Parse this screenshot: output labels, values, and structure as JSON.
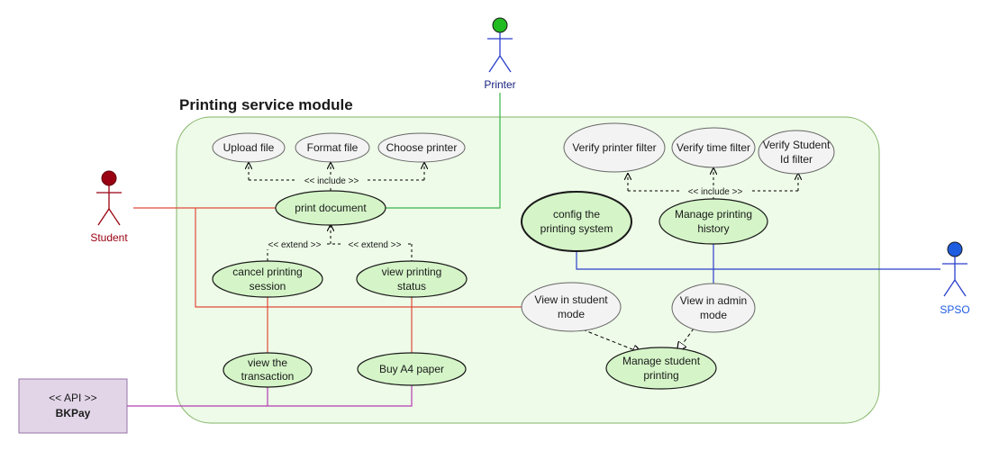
{
  "module_title": "Printing service module",
  "colors": {
    "boundary_fill": "#eefbe8",
    "boundary_stroke": "#82b366",
    "usecase_green": "#d5f5c8",
    "usecase_grey": "#f3f3f3",
    "student": "#990011",
    "printer": "#22bb22",
    "spso": "#1f5de0",
    "red_line": "#e24b3b",
    "green_line": "#39b54a",
    "blue_line": "#2a3fcc",
    "purple_line": "#b23db2",
    "api_box": "#e1d5e7"
  },
  "actors": {
    "student": {
      "label": "Student"
    },
    "printer": {
      "label": "Printer"
    },
    "spso": {
      "label": "SPSO"
    }
  },
  "api": {
    "line1": "<< API >>",
    "line2": "BKPay"
  },
  "usecases": {
    "upload_file": "Upload file",
    "format_file": "Format file",
    "choose_printer": "Choose printer",
    "print_document": "print document",
    "cancel_session": [
      "cancel printing",
      "session"
    ],
    "view_status": [
      "view printing",
      "status"
    ],
    "view_transaction": [
      "view the",
      "transaction"
    ],
    "buy_paper": "Buy A4 paper",
    "verify_printer": "Verify printer filter",
    "verify_time": "Verify time filter",
    "verify_student": [
      "Verify Student",
      "Id filter"
    ],
    "config_system": [
      "config the",
      "printing system"
    ],
    "manage_history": [
      "Manage printing",
      "history"
    ],
    "view_student_mode": [
      "View in student",
      "mode"
    ],
    "view_admin_mode": [
      "View in admin",
      "mode"
    ],
    "manage_student_printing": [
      "Manage student",
      "printing"
    ]
  },
  "relations": {
    "include_left": "<< include >>",
    "include_right": "<< include >>",
    "extend_left": "<< extend >>",
    "extend_right": "<< extend >>"
  }
}
